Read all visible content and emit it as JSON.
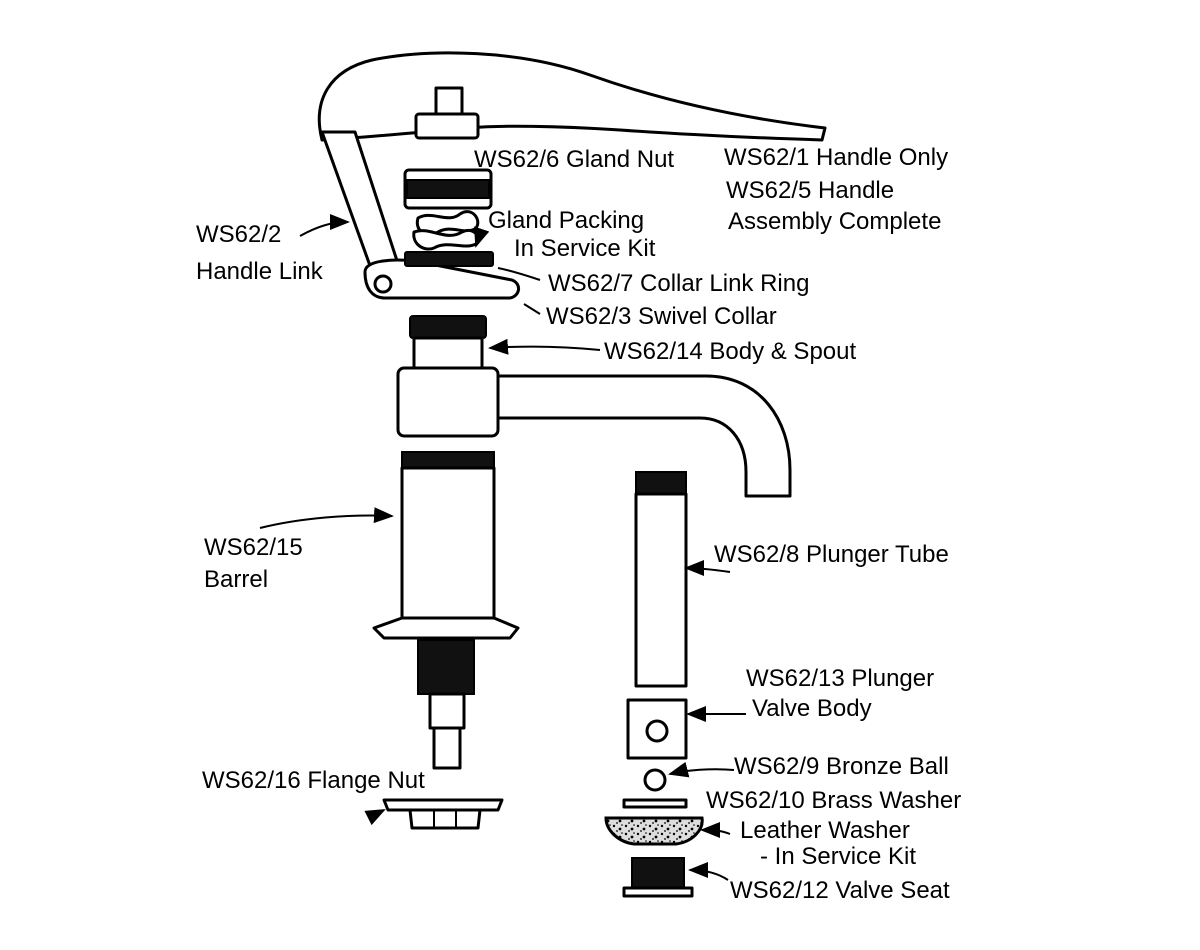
{
  "labels": {
    "handle_only_a": "WS62/1 Handle Only",
    "handle_assembly_a": "WS62/5 Handle",
    "handle_assembly_b": "Assembly Complete",
    "gland_nut": "WS62/6 Gland Nut",
    "gland_packing_a": "Gland Packing",
    "gland_packing_b": "In Service Kit",
    "handle_link_a": "WS62/2",
    "handle_link_b": "Handle Link",
    "collar_link_ring": "WS62/7 Collar Link Ring",
    "swivel_collar": "WS62/3 Swivel Collar",
    "body_spout": "WS62/14 Body & Spout",
    "barrel_a": "WS62/15",
    "barrel_b": "Barrel",
    "plunger_tube": "WS62/8 Plunger Tube",
    "plunger_valve_a": "WS62/13 Plunger",
    "plunger_valve_b": "Valve Body",
    "bronze_ball": "WS62/9 Bronze Ball",
    "brass_washer": "WS62/10 Brass Washer",
    "leather_washer_a": "Leather Washer",
    "leather_washer_b": "- In Service Kit",
    "flange_nut": "WS62/16 Flange Nut",
    "valve_seat": "WS62/12 Valve Seat"
  }
}
